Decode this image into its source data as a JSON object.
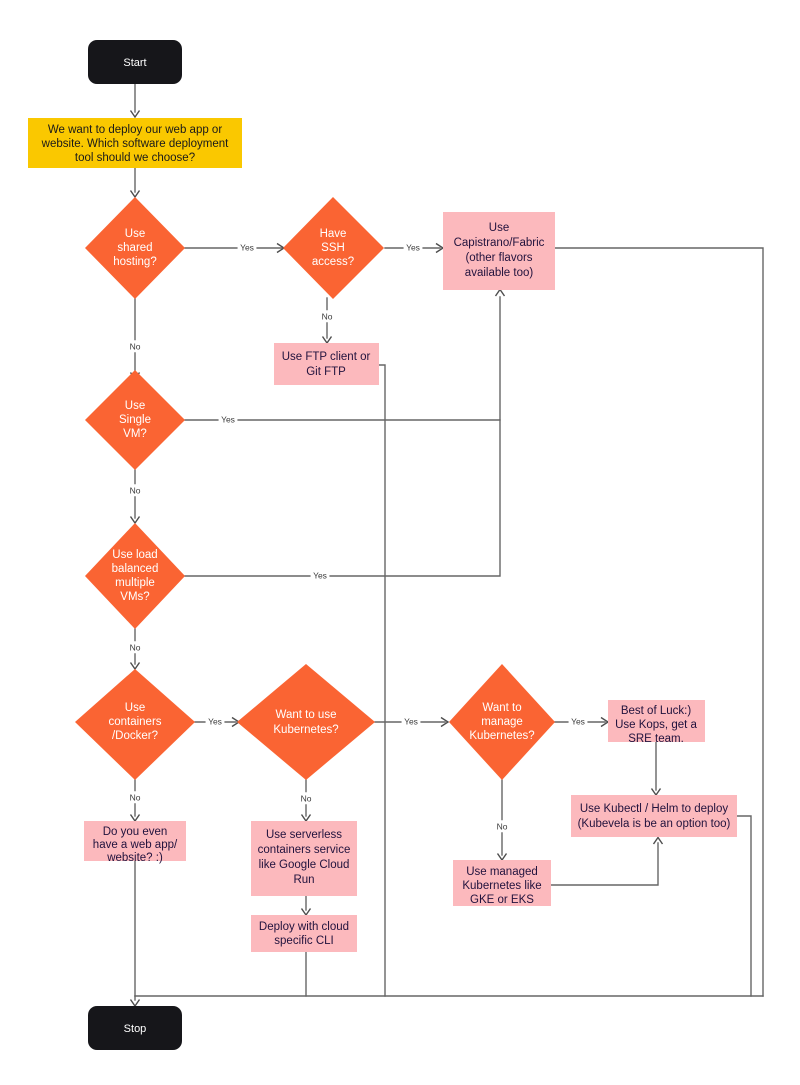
{
  "diagram": {
    "title": "Software Deployment Tool Decision Flowchart",
    "colors": {
      "terminal": "#16161a",
      "decision": "#fa6433",
      "prompt": "#fac800",
      "action": "#fcb9bd",
      "edge": "#666666",
      "terminal_text": "#ffffff",
      "decision_text": "#ffffff",
      "prompt_text": "#1a1a1a",
      "action_text": "#21123d",
      "background": "#ffffff"
    }
  },
  "nodes": {
    "start": {
      "label": "Start",
      "type": "terminal"
    },
    "stop": {
      "label": "Stop",
      "type": "terminal"
    },
    "prompt": {
      "type": "prompt",
      "lines": [
        "We want to deploy our web app or",
        "website. Which software deployment",
        "tool should we choose?"
      ]
    },
    "shared_hosting": {
      "type": "decision",
      "lines": [
        "Use",
        "shared",
        "hosting?"
      ]
    },
    "ssh_access": {
      "type": "decision",
      "lines": [
        "Have",
        "SSH",
        "access?"
      ]
    },
    "single_vm": {
      "type": "decision",
      "lines": [
        "Use",
        "Single",
        "VM?"
      ]
    },
    "load_balanced_vms": {
      "type": "decision",
      "lines": [
        "Use load",
        "balanced",
        "multiple",
        "VMs?"
      ]
    },
    "containers_docker": {
      "type": "decision",
      "lines": [
        "Use",
        "containers",
        "/Docker?"
      ]
    },
    "want_kubernetes": {
      "type": "decision",
      "lines": [
        "Want to use",
        "Kubernetes?"
      ]
    },
    "manage_kubernetes": {
      "type": "decision",
      "lines": [
        "Want to",
        "manage",
        "Kubernetes?"
      ]
    },
    "capistrano": {
      "type": "action",
      "lines": [
        "Use",
        "Capistrano/Fabric",
        "(other flavors",
        "available too)"
      ]
    },
    "ftp_client": {
      "type": "action",
      "lines": [
        "Use FTP client or",
        "Git FTP"
      ]
    },
    "no_web_app": {
      "type": "action",
      "lines": [
        "Do you even",
        "have a web app/",
        "website? :)"
      ]
    },
    "serverless": {
      "type": "action",
      "lines": [
        "Use serverless",
        "containers service",
        "like Google Cloud",
        "Run"
      ]
    },
    "cloud_cli": {
      "type": "action",
      "lines": [
        "Deploy with cloud",
        "specific CLI"
      ]
    },
    "kops": {
      "type": "action",
      "lines": [
        "Best of Luck:)",
        "Use Kops, get a",
        "SRE team."
      ]
    },
    "kubectl_helm": {
      "type": "action",
      "lines": [
        "Use Kubectl / Helm to deploy",
        "(Kubevela is be an option too)"
      ]
    },
    "managed_kubernetes": {
      "type": "action",
      "lines": [
        "Use managed",
        "Kubernetes like",
        "GKE or EKS"
      ]
    }
  },
  "edge_labels": {
    "yes": "Yes",
    "no": "No"
  },
  "edges": [
    {
      "from": "start",
      "to": "prompt",
      "label": ""
    },
    {
      "from": "prompt",
      "to": "shared_hosting",
      "label": ""
    },
    {
      "from": "shared_hosting",
      "to": "ssh_access",
      "label": "Yes"
    },
    {
      "from": "shared_hosting",
      "to": "single_vm",
      "label": "No"
    },
    {
      "from": "ssh_access",
      "to": "capistrano",
      "label": "Yes"
    },
    {
      "from": "ssh_access",
      "to": "ftp_client",
      "label": "No"
    },
    {
      "from": "single_vm",
      "to": "capistrano",
      "label": "Yes"
    },
    {
      "from": "single_vm",
      "to": "load_balanced_vms",
      "label": "No"
    },
    {
      "from": "load_balanced_vms",
      "to": "capistrano",
      "label": "Yes"
    },
    {
      "from": "load_balanced_vms",
      "to": "containers_docker",
      "label": "No"
    },
    {
      "from": "containers_docker",
      "to": "want_kubernetes",
      "label": "Yes"
    },
    {
      "from": "containers_docker",
      "to": "no_web_app",
      "label": "No"
    },
    {
      "from": "want_kubernetes",
      "to": "manage_kubernetes",
      "label": "Yes"
    },
    {
      "from": "want_kubernetes",
      "to": "serverless",
      "label": "No"
    },
    {
      "from": "manage_kubernetes",
      "to": "kops",
      "label": "Yes"
    },
    {
      "from": "manage_kubernetes",
      "to": "managed_kubernetes",
      "label": "No"
    },
    {
      "from": "kops",
      "to": "kubectl_helm",
      "label": ""
    },
    {
      "from": "managed_kubernetes",
      "to": "kubectl_helm",
      "label": ""
    },
    {
      "from": "serverless",
      "to": "cloud_cli",
      "label": ""
    },
    {
      "from": "capistrano",
      "to": "stop",
      "label": ""
    },
    {
      "from": "ftp_client",
      "to": "stop",
      "label": ""
    },
    {
      "from": "no_web_app",
      "to": "stop",
      "label": ""
    },
    {
      "from": "cloud_cli",
      "to": "stop",
      "label": ""
    },
    {
      "from": "kubectl_helm",
      "to": "stop",
      "label": ""
    }
  ]
}
